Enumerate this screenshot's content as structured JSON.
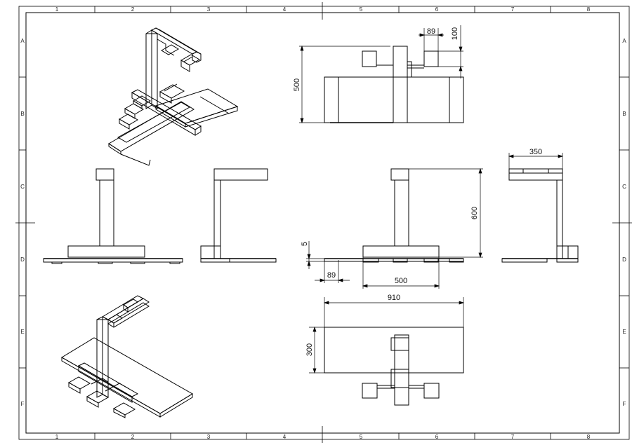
{
  "grid": {
    "columns": [
      "1",
      "2",
      "3",
      "4",
      "5",
      "6",
      "7",
      "8"
    ],
    "rows": [
      "A",
      "B",
      "C",
      "D",
      "E",
      "F"
    ]
  },
  "dimensions": {
    "side_w1": "89",
    "side_h1": "100",
    "side_height": "500",
    "front_width": "350",
    "right_height": "600",
    "thickness": "5",
    "foot_width": "89",
    "base_width": "500",
    "top_length": "910",
    "top_depth": "300"
  }
}
